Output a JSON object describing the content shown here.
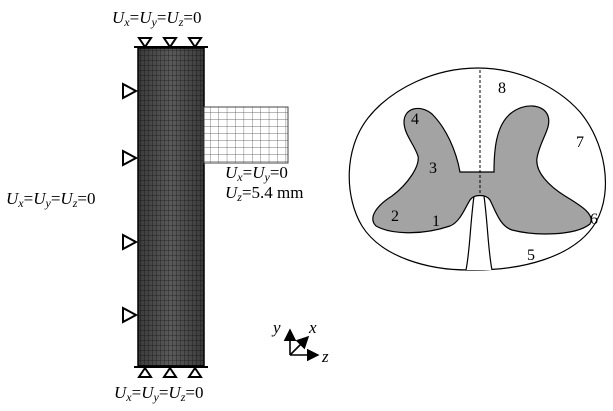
{
  "bc_top": {
    "u": "U",
    "x": "x",
    "eq1": "=",
    "y": "y",
    "eq2": "=",
    "z": "z",
    "val": "=0"
  },
  "bc_left": {
    "u": "U",
    "x": "x",
    "eq1": "=",
    "y": "y",
    "eq2": "=",
    "z": "z",
    "val": "=0"
  },
  "bc_bottom": {
    "u": "U",
    "x": "x",
    "eq1": "=",
    "y": "y",
    "eq2": "=",
    "z": "z",
    "val": "=0"
  },
  "bc_load": {
    "line1": {
      "u": "U",
      "x": "x",
      "eq": "=",
      "y": "y",
      "val": "=0"
    },
    "line2": {
      "u": "U",
      "z": "z",
      "val": "=5.4 mm"
    }
  },
  "axes": {
    "x": "x",
    "y": "y",
    "z": "z"
  },
  "regions": [
    "1",
    "2",
    "3",
    "4",
    "5",
    "6",
    "7",
    "8"
  ]
}
